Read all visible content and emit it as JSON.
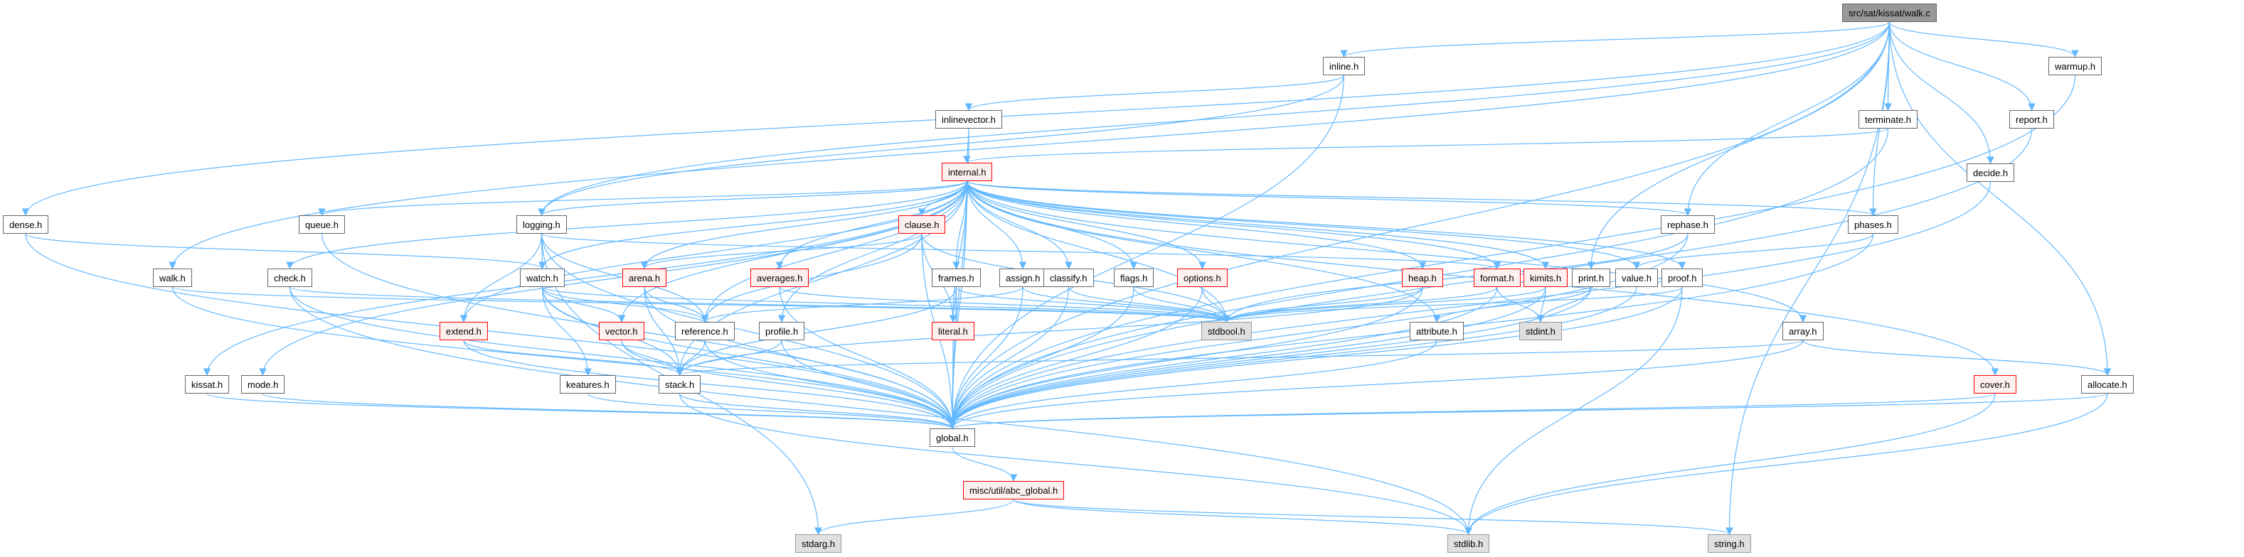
{
  "title": "src/sat/kissat/walk.c",
  "colors": {
    "edge": "#63b8ff",
    "root_fill": "#999999",
    "truncated_border": "#ff0000",
    "truncated_fill": "#fff0f0",
    "system_fill": "#e0e0e0",
    "normal_border": "#666666"
  },
  "nodes": [
    {
      "id": "walk_c",
      "label": "src/sat/kissat/walk.c",
      "kind": "root"
    },
    {
      "id": "inline_h",
      "label": "inline.h",
      "kind": "normal"
    },
    {
      "id": "warmup_h",
      "label": "warmup.h",
      "kind": "normal"
    },
    {
      "id": "inlinevector_h",
      "label": "inlinevector.h",
      "kind": "normal"
    },
    {
      "id": "terminate_h",
      "label": "terminate.h",
      "kind": "normal"
    },
    {
      "id": "report_h",
      "label": "report.h",
      "kind": "normal"
    },
    {
      "id": "decide_h",
      "label": "decide.h",
      "kind": "normal"
    },
    {
      "id": "internal_h",
      "label": "internal.h",
      "kind": "truncated"
    },
    {
      "id": "dense_h",
      "label": "dense.h",
      "kind": "normal"
    },
    {
      "id": "queue_h",
      "label": "queue.h",
      "kind": "normal"
    },
    {
      "id": "logging_h",
      "label": "logging.h",
      "kind": "normal"
    },
    {
      "id": "clause_h",
      "label": "clause.h",
      "kind": "truncated"
    },
    {
      "id": "rephase_h",
      "label": "rephase.h",
      "kind": "normal"
    },
    {
      "id": "phases_h",
      "label": "phases.h",
      "kind": "normal"
    },
    {
      "id": "walk_h",
      "label": "walk.h",
      "kind": "normal"
    },
    {
      "id": "check_h",
      "label": "check.h",
      "kind": "normal"
    },
    {
      "id": "watch_h",
      "label": "watch.h",
      "kind": "normal"
    },
    {
      "id": "arena_h",
      "label": "arena.h",
      "kind": "truncated"
    },
    {
      "id": "averages_h",
      "label": "averages.h",
      "kind": "truncated"
    },
    {
      "id": "frames_h",
      "label": "frames.h",
      "kind": "normal"
    },
    {
      "id": "assign_h",
      "label": "assign.h",
      "kind": "normal"
    },
    {
      "id": "classify_h",
      "label": "classify.h",
      "kind": "normal"
    },
    {
      "id": "flags_h",
      "label": "flags.h",
      "kind": "normal"
    },
    {
      "id": "options_h",
      "label": "options.h",
      "kind": "truncated"
    },
    {
      "id": "heap_h",
      "label": "heap.h",
      "kind": "truncated"
    },
    {
      "id": "format_h",
      "label": "format.h",
      "kind": "truncated"
    },
    {
      "id": "kimits_h",
      "label": "kimits.h",
      "kind": "truncated"
    },
    {
      "id": "print_h",
      "label": "print.h",
      "kind": "normal"
    },
    {
      "id": "value_h",
      "label": "value.h",
      "kind": "normal"
    },
    {
      "id": "proof_h",
      "label": "proof.h",
      "kind": "normal"
    },
    {
      "id": "extend_h",
      "label": "extend.h",
      "kind": "truncated"
    },
    {
      "id": "vector_h",
      "label": "vector.h",
      "kind": "truncated"
    },
    {
      "id": "reference_h",
      "label": "reference.h",
      "kind": "normal"
    },
    {
      "id": "profile_h",
      "label": "profile.h",
      "kind": "normal"
    },
    {
      "id": "literal_h",
      "label": "literal.h",
      "kind": "truncated"
    },
    {
      "id": "stdbool_h",
      "label": "stdbool.h",
      "kind": "system"
    },
    {
      "id": "attribute_h",
      "label": "attribute.h",
      "kind": "normal"
    },
    {
      "id": "stdint_h",
      "label": "stdint.h",
      "kind": "system"
    },
    {
      "id": "array_h",
      "label": "array.h",
      "kind": "normal"
    },
    {
      "id": "kissat_h",
      "label": "kissat.h",
      "kind": "normal"
    },
    {
      "id": "mode_h",
      "label": "mode.h",
      "kind": "normal"
    },
    {
      "id": "keatures_h",
      "label": "keatures.h",
      "kind": "normal"
    },
    {
      "id": "stack_h",
      "label": "stack.h",
      "kind": "normal"
    },
    {
      "id": "cover_h",
      "label": "cover.h",
      "kind": "truncated"
    },
    {
      "id": "allocate_h",
      "label": "allocate.h",
      "kind": "normal"
    },
    {
      "id": "global_h",
      "label": "global.h",
      "kind": "normal"
    },
    {
      "id": "abc_global_h",
      "label": "misc/util/abc_global.h",
      "kind": "truncated"
    },
    {
      "id": "stdarg_h",
      "label": "stdarg.h",
      "kind": "system"
    },
    {
      "id": "stdlib_h",
      "label": "stdlib.h",
      "kind": "system"
    },
    {
      "id": "string_h",
      "label": "string.h",
      "kind": "system"
    }
  ],
  "edges": [
    [
      "walk_c",
      "inline_h"
    ],
    [
      "walk_c",
      "warmup_h"
    ],
    [
      "walk_c",
      "terminate_h"
    ],
    [
      "walk_c",
      "report_h"
    ],
    [
      "walk_c",
      "decide_h"
    ],
    [
      "walk_c",
      "dense_h"
    ],
    [
      "walk_c",
      "walk_h"
    ],
    [
      "walk_c",
      "rephase_h"
    ],
    [
      "walk_c",
      "phases_h"
    ],
    [
      "walk_c",
      "print_h"
    ],
    [
      "walk_c",
      "allocate_h"
    ],
    [
      "walk_c",
      "string_h"
    ],
    [
      "walk_c",
      "logging_h"
    ],
    [
      "walk_c",
      "global_h"
    ],
    [
      "inline_h",
      "inlinevector_h"
    ],
    [
      "inline_h",
      "logging_h"
    ],
    [
      "inline_h",
      "global_h"
    ],
    [
      "inlinevector_h",
      "internal_h"
    ],
    [
      "inlinevector_h",
      "global_h"
    ],
    [
      "terminate_h",
      "internal_h"
    ],
    [
      "terminate_h",
      "global_h"
    ],
    [
      "report_h",
      "global_h"
    ],
    [
      "warmup_h",
      "global_h"
    ],
    [
      "decide_h",
      "global_h"
    ],
    [
      "internal_h",
      "clause_h"
    ],
    [
      "internal_h",
      "queue_h"
    ],
    [
      "internal_h",
      "logging_h"
    ],
    [
      "internal_h",
      "watch_h"
    ],
    [
      "internal_h",
      "check_h"
    ],
    [
      "internal_h",
      "arena_h"
    ],
    [
      "internal_h",
      "averages_h"
    ],
    [
      "internal_h",
      "frames_h"
    ],
    [
      "internal_h",
      "assign_h"
    ],
    [
      "internal_h",
      "classify_h"
    ],
    [
      "internal_h",
      "flags_h"
    ],
    [
      "internal_h",
      "options_h"
    ],
    [
      "internal_h",
      "heap_h"
    ],
    [
      "internal_h",
      "format_h"
    ],
    [
      "internal_h",
      "kimits_h"
    ],
    [
      "internal_h",
      "value_h"
    ],
    [
      "internal_h",
      "proof_h"
    ],
    [
      "internal_h",
      "rephase_h"
    ],
    [
      "internal_h",
      "phases_h"
    ],
    [
      "internal_h",
      "extend_h"
    ],
    [
      "internal_h",
      "vector_h"
    ],
    [
      "internal_h",
      "reference_h"
    ],
    [
      "internal_h",
      "profile_h"
    ],
    [
      "internal_h",
      "literal_h"
    ],
    [
      "internal_h",
      "stdbool_h"
    ],
    [
      "internal_h",
      "attribute_h"
    ],
    [
      "internal_h",
      "array_h"
    ],
    [
      "internal_h",
      "kissat_h"
    ],
    [
      "internal_h",
      "mode_h"
    ],
    [
      "internal_h",
      "stack_h"
    ],
    [
      "internal_h",
      "cover_h"
    ],
    [
      "internal_h",
      "global_h"
    ],
    [
      "dense_h",
      "watch_h"
    ],
    [
      "dense_h",
      "global_h"
    ],
    [
      "queue_h",
      "global_h"
    ],
    [
      "logging_h",
      "watch_h"
    ],
    [
      "logging_h",
      "extend_h"
    ],
    [
      "logging_h",
      "reference_h"
    ],
    [
      "logging_h",
      "format_h"
    ],
    [
      "logging_h",
      "stdarg_h"
    ],
    [
      "logging_h",
      "global_h"
    ],
    [
      "clause_h",
      "arena_h"
    ],
    [
      "clause_h",
      "reference_h"
    ],
    [
      "clause_h",
      "literal_h"
    ],
    [
      "clause_h",
      "stdbool_h"
    ],
    [
      "clause_h",
      "global_h"
    ],
    [
      "rephase_h",
      "stdbool_h"
    ],
    [
      "rephase_h",
      "global_h"
    ],
    [
      "phases_h",
      "value_h"
    ],
    [
      "phases_h",
      "global_h"
    ],
    [
      "walk_h",
      "stdbool_h"
    ],
    [
      "walk_h",
      "global_h"
    ],
    [
      "check_h",
      "stdbool_h"
    ],
    [
      "check_h",
      "stdlib_h"
    ],
    [
      "check_h",
      "global_h"
    ],
    [
      "watch_h",
      "vector_h"
    ],
    [
      "watch_h",
      "reference_h"
    ],
    [
      "watch_h",
      "keatures_h"
    ],
    [
      "watch_h",
      "stack_h"
    ],
    [
      "watch_h",
      "stdbool_h"
    ],
    [
      "watch_h",
      "global_h"
    ],
    [
      "arena_h",
      "reference_h"
    ],
    [
      "arena_h",
      "stack_h"
    ],
    [
      "arena_h",
      "global_h"
    ],
    [
      "averages_h",
      "stdbool_h"
    ],
    [
      "averages_h",
      "global_h"
    ],
    [
      "frames_h",
      "literal_h"
    ],
    [
      "frames_h",
      "stack_h"
    ],
    [
      "frames_h",
      "stdbool_h"
    ],
    [
      "frames_h",
      "global_h"
    ],
    [
      "assign_h",
      "reference_h"
    ],
    [
      "assign_h",
      "stdbool_h"
    ],
    [
      "assign_h",
      "global_h"
    ],
    [
      "classify_h",
      "stdbool_h"
    ],
    [
      "classify_h",
      "global_h"
    ],
    [
      "flags_h",
      "stdbool_h"
    ],
    [
      "flags_h",
      "global_h"
    ],
    [
      "options_h",
      "stdbool_h"
    ],
    [
      "options_h",
      "global_h"
    ],
    [
      "heap_h",
      "stack_h"
    ],
    [
      "heap_h",
      "stdbool_h"
    ],
    [
      "heap_h",
      "global_h"
    ],
    [
      "format_h",
      "stdint_h"
    ],
    [
      "format_h",
      "stdbool_h"
    ],
    [
      "format_h",
      "global_h"
    ],
    [
      "kimits_h",
      "stdint_h"
    ],
    [
      "kimits_h",
      "stdbool_h"
    ],
    [
      "kimits_h",
      "global_h"
    ],
    [
      "print_h",
      "stdint_h"
    ],
    [
      "print_h",
      "attribute_h"
    ],
    [
      "print_h",
      "global_h"
    ],
    [
      "value_h",
      "global_h"
    ],
    [
      "proof_h",
      "stdbool_h"
    ],
    [
      "proof_h",
      "stdlib_h"
    ],
    [
      "proof_h",
      "global_h"
    ],
    [
      "extend_h",
      "stack_h"
    ],
    [
      "extend_h",
      "global_h"
    ],
    [
      "vector_h",
      "stack_h"
    ],
    [
      "vector_h",
      "global_h"
    ],
    [
      "reference_h",
      "stack_h"
    ],
    [
      "reference_h",
      "global_h"
    ],
    [
      "profile_h",
      "stack_h"
    ],
    [
      "profile_h",
      "global_h"
    ],
    [
      "literal_h",
      "global_h"
    ],
    [
      "attribute_h",
      "global_h"
    ],
    [
      "array_h",
      "stack_h"
    ],
    [
      "array_h",
      "allocate_h"
    ],
    [
      "array_h",
      "global_h"
    ],
    [
      "kissat_h",
      "global_h"
    ],
    [
      "mode_h",
      "global_h"
    ],
    [
      "keatures_h",
      "global_h"
    ],
    [
      "stack_h",
      "stdlib_h"
    ],
    [
      "stack_h",
      "global_h"
    ],
    [
      "cover_h",
      "stdlib_h"
    ],
    [
      "cover_h",
      "global_h"
    ],
    [
      "allocate_h",
      "stdlib_h"
    ],
    [
      "allocate_h",
      "global_h"
    ],
    [
      "global_h",
      "abc_global_h"
    ],
    [
      "abc_global_h",
      "stdarg_h"
    ],
    [
      "abc_global_h",
      "stdlib_h"
    ],
    [
      "abc_global_h",
      "string_h"
    ]
  ]
}
